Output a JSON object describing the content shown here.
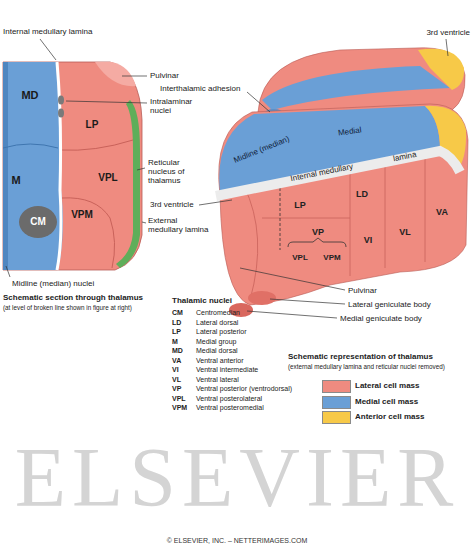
{
  "diagram": {
    "nodes": [
      {
        "text": [
          "MD"
        ]
      },
      {
        "text": [
          "M"
        ]
      },
      {
        "text": [
          "CM"
        ]
      },
      {
        "text": [
          "LP"
        ]
      },
      {
        "text": [
          "VPL"
        ]
      },
      {
        "text": [
          "VPM"
        ]
      }
    ],
    "labels": [
      "Internal medullary lamina",
      "Pulvinar",
      "Intralaminar nuclei",
      "Reticular nucleus of thalamus",
      "External medullary lamina",
      "Midline (median) nuclei",
      "Schematic section through thalamus",
      "(at level of broken line shown in figure at right)",
      "Thalamic nuclei",
      "CM",
      "Centromedian",
      "LD",
      "Lateral dorsal",
      "LP",
      "Lateral posterior",
      "M",
      "Medial group",
      "MD",
      "Medial dorsal",
      "VA",
      "Ventral anterior",
      "VI",
      "Ventral intermediate",
      "VL",
      "Ventral lateral",
      "VP",
      "Ventral posterior (ventrodorsal)",
      "VPL",
      "Ventral posterolateral",
      "VPM",
      "Ventral posteromedial",
      "3rd ventricle",
      "Interthalamic adhesion",
      "Midline (median)",
      "Medial",
      "lamina",
      "Internal medullary",
      "LP",
      "LD",
      "VA",
      "VP",
      "VL",
      "VI",
      "VPL",
      "VPM",
      "3rd ventricle",
      "Pulvinar",
      "Lateral geniculate body",
      "Medial geniculate body",
      "Schematic representation of thalamus",
      "(external medullary lamina and reticular nuclei removed)",
      "ELSEVIER",
      "© ELSEVIER, INC. – NETTERIMAGES.COM"
    ],
    "legend": [
      {
        "text": "Lateral cell mass",
        "color": "#ef8b80"
      },
      {
        "text": "Medial cell mass",
        "color": "#6a9fd6"
      },
      {
        "text": "Anterior cell mass",
        "color": "#f7c948"
      }
    ]
  }
}
